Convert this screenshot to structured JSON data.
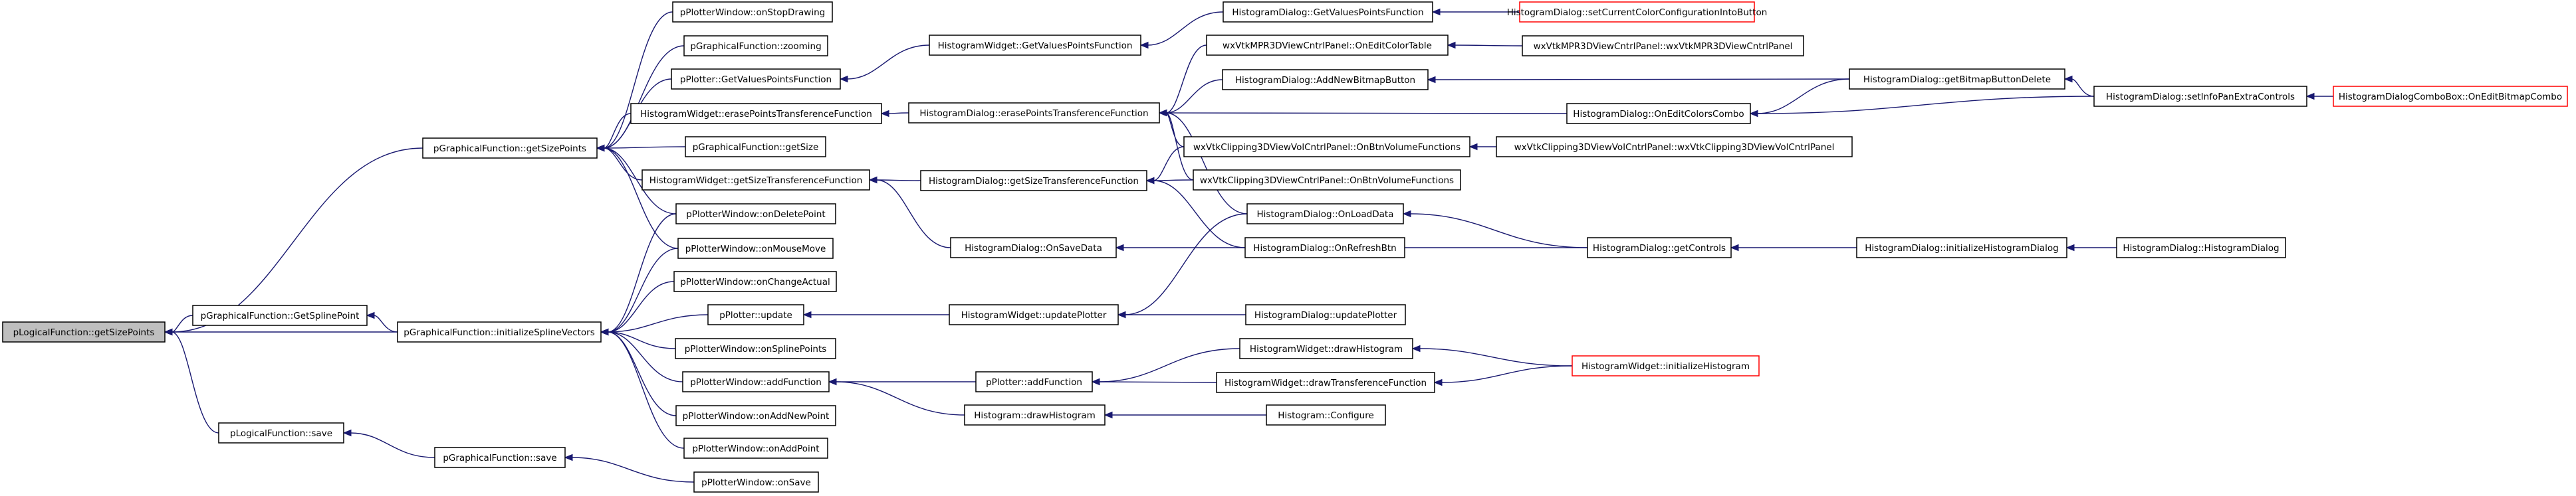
{
  "colors": {
    "edge": "#191970",
    "node_border": "#000000",
    "node_border_external": "#ff0000",
    "node_fill": "#ffffff",
    "root_fill": "#bfbfbf",
    "label": "#000000"
  },
  "nodes": [
    {
      "id": "n_logical_getsizepoints",
      "label": "pLogicalFunction::getSizePoints",
      "root": true
    },
    {
      "id": "n_gf_getsplinepoint",
      "label": "pGraphicalFunction::GetSplinePoint"
    },
    {
      "id": "n_gf_getsizepoints",
      "label": "pGraphicalFunction::getSizePoints"
    },
    {
      "id": "n_gf_initsplinevectors",
      "label": "pGraphicalFunction::initializeSplineVectors"
    },
    {
      "id": "n_logical_save",
      "label": "pLogicalFunction::save"
    },
    {
      "id": "n_gf_save",
      "label": "pGraphicalFunction::save"
    },
    {
      "id": "n_pw_onstopdrawing",
      "label": "pPlotterWindow::onStopDrawing"
    },
    {
      "id": "n_gf_zooming",
      "label": "pGraphicalFunction::zooming"
    },
    {
      "id": "n_pl_getvaluespointsfunction",
      "label": "pPlotter::GetValuesPointsFunction"
    },
    {
      "id": "n_hw_erasepointstransf",
      "label": "HistogramWidget::erasePointsTransferenceFunction"
    },
    {
      "id": "n_gf_getsize",
      "label": "pGraphicalFunction::getSize"
    },
    {
      "id": "n_hw_getsizetransf",
      "label": "HistogramWidget::getSizeTransferenceFunction"
    },
    {
      "id": "n_pw_ondeletepoint",
      "label": "pPlotterWindow::onDeletePoint"
    },
    {
      "id": "n_pw_onmousemove",
      "label": "pPlotterWindow::onMouseMove"
    },
    {
      "id": "n_pw_onchangeactual",
      "label": "pPlotterWindow::onChangeActual"
    },
    {
      "id": "n_pl_update",
      "label": "pPlotter::update"
    },
    {
      "id": "n_pw_onsplinepoints",
      "label": "pPlotterWindow::onSplinePoints"
    },
    {
      "id": "n_pw_addfunction",
      "label": "pPlotterWindow::addFunction"
    },
    {
      "id": "n_pw_onaddnewpoint",
      "label": "pPlotterWindow::onAddNewPoint"
    },
    {
      "id": "n_pw_onaddpoint",
      "label": "pPlotterWindow::onAddPoint"
    },
    {
      "id": "n_pw_onsave",
      "label": "pPlotterWindow::onSave"
    },
    {
      "id": "n_hw_getvaluespointsfunction",
      "label": "HistogramWidget::GetValuesPointsFunction"
    },
    {
      "id": "n_hd_erasepointstransf",
      "label": "HistogramDialog::erasePointsTransferenceFunction"
    },
    {
      "id": "n_hd_getsizetransf",
      "label": "HistogramDialog::getSizeTransferenceFunction"
    },
    {
      "id": "n_hd_onsavedata",
      "label": "HistogramDialog::OnSaveData"
    },
    {
      "id": "n_hw_updateplotter",
      "label": "HistogramWidget::updatePlotter"
    },
    {
      "id": "n_pl_addfunction",
      "label": "pPlotter::addFunction"
    },
    {
      "id": "n_h_drawhistogram",
      "label": "Histogram::drawHistogram"
    },
    {
      "id": "n_hd_getvaluespointsfunction",
      "label": "HistogramDialog::GetValuesPointsFunction"
    },
    {
      "id": "n_mpr_oneditcolortable",
      "label": "wxVtkMPR3DViewCntrlPanel::OnEditColorTable"
    },
    {
      "id": "n_hd_addnewbitmapbutton",
      "label": "HistogramDialog::AddNewBitmapButton"
    },
    {
      "id": "n_clipvol_onbtnvolumefunctions",
      "label": "wxVtkClipping3DViewVolCntrlPanel::OnBtnVolumeFunctions"
    },
    {
      "id": "n_clip_onbtnvolumefunctions",
      "label": "wxVtkClipping3DViewCntrlPanel::OnBtnVolumeFunctions"
    },
    {
      "id": "n_hd_onloaddata",
      "label": "HistogramDialog::OnLoadData"
    },
    {
      "id": "n_hd_onrefreshbtn",
      "label": "HistogramDialog::OnRefreshBtn"
    },
    {
      "id": "n_hd_updateplotter",
      "label": "HistogramDialog::updatePlotter"
    },
    {
      "id": "n_hw_drawhistogram",
      "label": "HistogramWidget::drawHistogram"
    },
    {
      "id": "n_hw_drawtransferencefunction",
      "label": "HistogramWidget::drawTransferenceFunction"
    },
    {
      "id": "n_h_configure",
      "label": "Histogram::Configure"
    },
    {
      "id": "n_hd_setcurrentcolorconfig",
      "label": "HistogramDialog::setCurrentColorConfigurationIntoButton",
      "external": true
    },
    {
      "id": "n_mpr_ctor",
      "label": "wxVtkMPR3DViewCntrlPanel::wxVtkMPR3DViewCntrlPanel"
    },
    {
      "id": "n_hd_getbitmapbuttondelete",
      "label": "HistogramDialog::getBitmapButtonDelete"
    },
    {
      "id": "n_hd_oneditcolorscombo",
      "label": "HistogramDialog::OnEditColorsCombo"
    },
    {
      "id": "n_clipvol_ctor",
      "label": "wxVtkClipping3DViewVolCntrlPanel::wxVtkClipping3DViewVolCntrlPanel"
    },
    {
      "id": "n_hd_getcontrols",
      "label": "HistogramDialog::getControls"
    },
    {
      "id": "n_hw_initializehistogram",
      "label": "HistogramWidget::initializeHistogram",
      "external": true
    },
    {
      "id": "n_hd_setinfopanextracontrols",
      "label": "HistogramDialog::setInfoPanExtraControls"
    },
    {
      "id": "n_hd_initializehistogramdialog",
      "label": "HistogramDialog::initializeHistogramDialog"
    },
    {
      "id": "n_hdcb_oneditbitmapcombo",
      "label": "HistogramDialogComboBox::OnEditBitmapCombo",
      "external": true
    },
    {
      "id": "n_hd_ctor",
      "label": "HistogramDialog::HistogramDialog"
    }
  ],
  "edges": [
    {
      "from": "n_gf_getsplinepoint",
      "to": "n_logical_getsizepoints"
    },
    {
      "from": "n_gf_getsizepoints",
      "to": "n_logical_getsizepoints"
    },
    {
      "from": "n_gf_initsplinevectors",
      "to": "n_logical_getsizepoints"
    },
    {
      "from": "n_logical_save",
      "to": "n_logical_getsizepoints"
    },
    {
      "from": "n_gf_initsplinevectors",
      "to": "n_gf_getsplinepoint"
    },
    {
      "from": "n_gf_save",
      "to": "n_logical_save"
    },
    {
      "from": "n_pw_onstopdrawing",
      "to": "n_gf_getsizepoints"
    },
    {
      "from": "n_gf_zooming",
      "to": "n_gf_getsizepoints"
    },
    {
      "from": "n_pl_getvaluespointsfunction",
      "to": "n_gf_getsizepoints"
    },
    {
      "from": "n_hw_erasepointstransf",
      "to": "n_gf_getsizepoints"
    },
    {
      "from": "n_gf_getsize",
      "to": "n_gf_getsizepoints"
    },
    {
      "from": "n_hw_getsizetransf",
      "to": "n_gf_getsizepoints"
    },
    {
      "from": "n_pw_ondeletepoint",
      "to": "n_gf_getsizepoints"
    },
    {
      "from": "n_pw_onmousemove",
      "to": "n_gf_getsizepoints"
    },
    {
      "from": "n_pw_ondeletepoint",
      "to": "n_gf_initsplinevectors"
    },
    {
      "from": "n_pw_onmousemove",
      "to": "n_gf_initsplinevectors"
    },
    {
      "from": "n_pw_onchangeactual",
      "to": "n_gf_initsplinevectors"
    },
    {
      "from": "n_pl_update",
      "to": "n_gf_initsplinevectors"
    },
    {
      "from": "n_pw_onsplinepoints",
      "to": "n_gf_initsplinevectors"
    },
    {
      "from": "n_pw_addfunction",
      "to": "n_gf_initsplinevectors"
    },
    {
      "from": "n_pw_onaddnewpoint",
      "to": "n_gf_initsplinevectors"
    },
    {
      "from": "n_pw_onaddpoint",
      "to": "n_gf_initsplinevectors"
    },
    {
      "from": "n_pw_onsave",
      "to": "n_gf_save"
    },
    {
      "from": "n_hw_getvaluespointsfunction",
      "to": "n_pl_getvaluespointsfunction"
    },
    {
      "from": "n_hd_erasepointstransf",
      "to": "n_hw_erasepointstransf"
    },
    {
      "from": "n_hd_getsizetransf",
      "to": "n_hw_getsizetransf"
    },
    {
      "from": "n_hd_onsavedata",
      "to": "n_hw_getsizetransf"
    },
    {
      "from": "n_hw_updateplotter",
      "to": "n_pl_update"
    },
    {
      "from": "n_pl_addfunction",
      "to": "n_pw_addfunction"
    },
    {
      "from": "n_h_drawhistogram",
      "to": "n_pw_addfunction"
    },
    {
      "from": "n_hd_getvaluespointsfunction",
      "to": "n_hw_getvaluespointsfunction"
    },
    {
      "from": "n_mpr_oneditcolortable",
      "to": "n_hd_erasepointstransf"
    },
    {
      "from": "n_hd_addnewbitmapbutton",
      "to": "n_hd_erasepointstransf"
    },
    {
      "from": "n_hd_oneditcolorscombo",
      "to": "n_hd_erasepointstransf"
    },
    {
      "from": "n_clipvol_onbtnvolumefunctions",
      "to": "n_hd_erasepointstransf"
    },
    {
      "from": "n_clip_onbtnvolumefunctions",
      "to": "n_hd_erasepointstransf"
    },
    {
      "from": "n_hd_onloaddata",
      "to": "n_hd_erasepointstransf"
    },
    {
      "from": "n_clipvol_onbtnvolumefunctions",
      "to": "n_hd_getsizetransf"
    },
    {
      "from": "n_clip_onbtnvolumefunctions",
      "to": "n_hd_getsizetransf"
    },
    {
      "from": "n_hd_onrefreshbtn",
      "to": "n_hd_getsizetransf"
    },
    {
      "from": "n_hd_getcontrols",
      "to": "n_hd_onsavedata"
    },
    {
      "from": "n_hd_onloaddata",
      "to": "n_hw_updateplotter"
    },
    {
      "from": "n_hd_updateplotter",
      "to": "n_hw_updateplotter"
    },
    {
      "from": "n_hw_drawhistogram",
      "to": "n_pl_addfunction"
    },
    {
      "from": "n_hw_drawtransferencefunction",
      "to": "n_pl_addfunction"
    },
    {
      "from": "n_h_configure",
      "to": "n_h_drawhistogram"
    },
    {
      "from": "n_hd_setcurrentcolorconfig",
      "to": "n_hd_getvaluespointsfunction"
    },
    {
      "from": "n_mpr_ctor",
      "to": "n_mpr_oneditcolortable"
    },
    {
      "from": "n_hd_getbitmapbuttondelete",
      "to": "n_hd_addnewbitmapbutton"
    },
    {
      "from": "n_hd_getbitmapbuttondelete",
      "to": "n_hd_oneditcolorscombo"
    },
    {
      "from": "n_hd_setinfopanextracontrols",
      "to": "n_hd_oneditcolorscombo"
    },
    {
      "from": "n_clipvol_ctor",
      "to": "n_clipvol_onbtnvolumefunctions"
    },
    {
      "from": "n_hd_getcontrols",
      "to": "n_hd_onloaddata"
    },
    {
      "from": "n_hw_initializehistogram",
      "to": "n_hw_drawhistogram"
    },
    {
      "from": "n_hw_initializehistogram",
      "to": "n_hw_drawtransferencefunction"
    },
    {
      "from": "n_hd_setinfopanextracontrols",
      "to": "n_hd_getbitmapbuttondelete"
    },
    {
      "from": "n_hd_initializehistogramdialog",
      "to": "n_hd_getcontrols"
    },
    {
      "from": "n_hdcb_oneditbitmapcombo",
      "to": "n_hd_setinfopanextracontrols"
    },
    {
      "from": "n_hd_ctor",
      "to": "n_hd_initializehistogramdialog"
    }
  ]
}
